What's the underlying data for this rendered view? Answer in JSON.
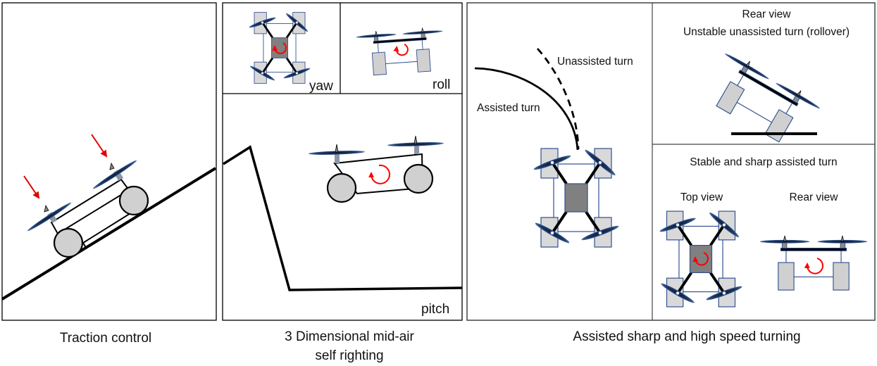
{
  "colors": {
    "panel_border": "#000000",
    "propeller": "#1f3864",
    "propeller_hilite": "#4a6fa5",
    "wheel_fill": "#d0d0d0",
    "body_fill": "#808080",
    "frame_blue": "#2f4f8f",
    "rotation_arrow": "#ff0000",
    "motor_fill": "#8c96a8"
  },
  "panels": {
    "traction": {
      "caption": "Traction control",
      "elements": [
        "slope-ground",
        "rover-side-view",
        "downforce-arrow-front",
        "downforce-arrow-rear"
      ]
    },
    "self_righting": {
      "caption_line1": "3 Dimensional mid-air",
      "caption_line2": "self righting",
      "subpanels": {
        "yaw": {
          "label": "yaw"
        },
        "roll": {
          "label": "roll"
        },
        "pitch": {
          "label": "pitch"
        }
      }
    },
    "turning": {
      "caption": "Assisted sharp and high speed turning",
      "path_labels": {
        "unassisted": "Unassisted turn",
        "assisted": "Assisted turn"
      },
      "rollover": {
        "title_line1": "Rear view",
        "title_line2": "Unstable unassisted turn (rollover)"
      },
      "stable": {
        "title": "Stable and sharp assisted turn",
        "top_view_label": "Top view",
        "rear_view_label": "Rear view"
      }
    }
  }
}
